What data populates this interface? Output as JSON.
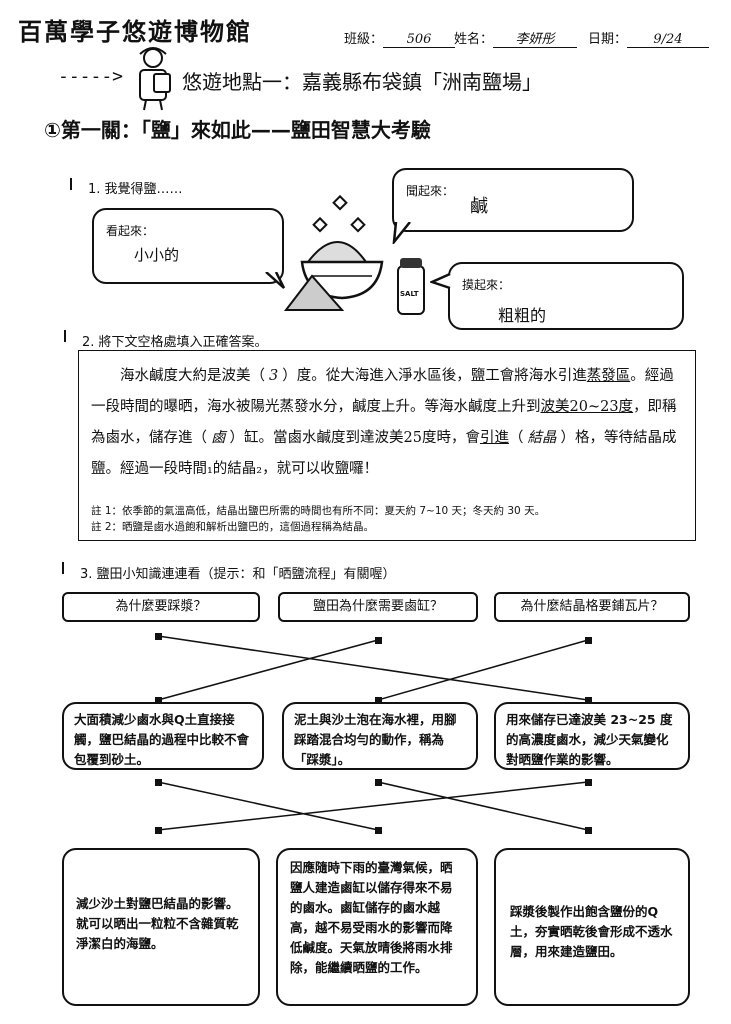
{
  "header": {
    "title": "百萬學子悠遊博物館",
    "class_label": "班級：",
    "class_value": "506",
    "name_label": "姓名：",
    "name_value": "李妍彤",
    "date_label": "日期：",
    "date_value": "9/24"
  },
  "location": {
    "arrow": "----->",
    "text": "悠遊地點一：嘉義縣布袋鎮「洲南鹽場」"
  },
  "stage_title": "①第一關：「鹽」來如此——鹽田智慧大考驗",
  "q1": {
    "label": "1. 我覺得鹽……",
    "look_label": "看起來：",
    "look_answer": "小小的",
    "smell_label": "聞起來：",
    "smell_answer": "鹹",
    "touch_label": "摸起來：",
    "touch_answer": "粗粗的",
    "salt_shaker_text": "SALT"
  },
  "q2": {
    "label": "2. 將下文空格處填入正確答案。",
    "p1": "海水鹹度大約是波美（",
    "blank1": "3",
    "p2": "）度。從大海進入淨水區後，鹽工會將海水引進",
    "p3": "蒸發區",
    "p4": "。經過一段時間的曝晒，海水被陽光蒸發水分，鹹度上升。等海水鹹度上升到",
    "p5": "波美20~23度",
    "p6": "，即稱為鹵水，儲存進（",
    "blank2": "鹵",
    "p7": "）缸。當鹵水鹹度到達波美25度時，會",
    "p8": "引進",
    "p9": "（",
    "blank3": "結晶",
    "p10": "）格，等待結晶成鹽。經過一段時間₁的結晶₂，就可以收鹽囉！",
    "note1": "註 1：依季節的氣溫高低，結晶出鹽巴所需的時間也有所不同：夏天約 7~10 天；冬天約 30 天。",
    "note2": "註 2：晒鹽是鹵水過飽和解析出鹽巴的，這個過程稱為結晶。"
  },
  "q3": {
    "label": "3. 鹽田小知識連連看（提示：和「晒鹽流程」有關喔）",
    "questions": [
      "為什麼要踩漿？",
      "鹽田為什麼需要鹵缸？",
      "為什麼結晶格要鋪瓦片？"
    ],
    "middle": [
      "大面積減少鹵水與Q土直接接觸，鹽巴結晶的過程中比較不會包覆到砂土。",
      "泥土與沙土泡在海水裡，用腳踩踏混合均勻的動作，稱為「踩漿」。",
      "用來儲存已達波美 23~25 度的高濃度鹵水，減少天氣變化對晒鹽作業的影響。"
    ],
    "bottom": [
      "減少沙土對鹽巴結晶的影響。就可以晒出一粒粒不含雜質乾淨潔白的海鹽。",
      "因應隨時下雨的臺灣氣候，晒鹽人建造鹵缸以儲存得來不易的鹵水。鹵缸儲存的鹵水越高，越不易受雨水的影響而降低鹹度。天氣放晴後將雨水排除，能繼續晒鹽的工作。",
      "踩漿後製作出飽含鹽份的Q土，夯實晒乾後會形成不透水層，用來建造鹽田。"
    ]
  }
}
